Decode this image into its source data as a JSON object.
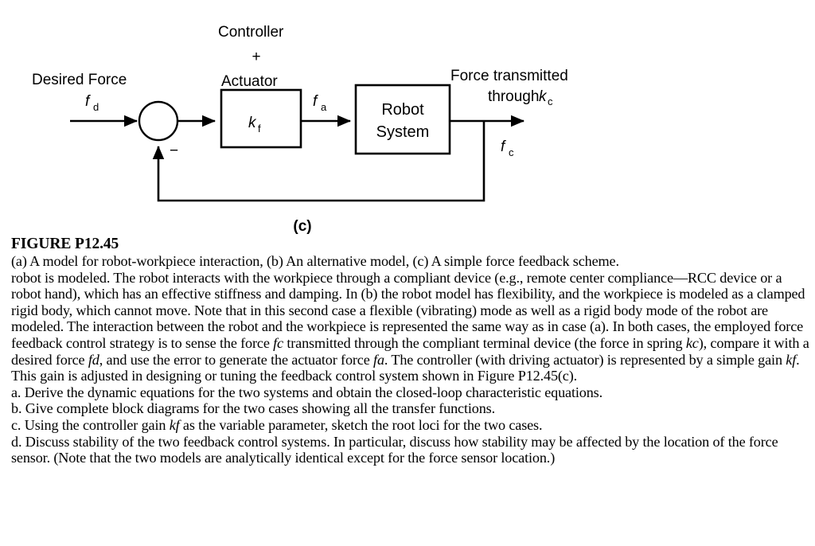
{
  "figure": {
    "panel_letter": "(c)",
    "labels": {
      "desired_force": "Desired Force",
      "controller": "Controller",
      "plus": "+",
      "actuator": "Actuator",
      "force_transmitted_line1": "Force transmitted",
      "force_transmitted_line2_prefix": "through ",
      "force_transmitted_line2_sym": "k",
      "force_transmitted_line2_sub": "c",
      "minus_sign": "−"
    },
    "signals": {
      "desired": {
        "sym": "f",
        "sub": "d"
      },
      "actuator": {
        "sym": "f",
        "sub": "a"
      },
      "contact": {
        "sym": "f",
        "sub": "c"
      }
    },
    "blocks": [
      {
        "name": "gain-block",
        "sym": "k",
        "sub": "f"
      },
      {
        "name": "plant-block",
        "line1": "Robot",
        "line2": "System"
      }
    ]
  },
  "caption": {
    "title": "FIGURE P12.45",
    "text": "(a) A model for robot-workpiece interaction, (b) An alternative model, (c) A simple force feedback scheme."
  },
  "body": {
    "paragraph_segments": [
      {
        "t": "robot is modeled. The robot interacts with the workpiece through a compliant device (e.g., remote center compliance—RCC device or a robot hand), which has an effective stiffness and damping. In (b) the robot model has flexibility, and the workpiece is modeled as a clamped rigid body, which cannot move. Note that in this second case a flexible (vibrating) mode as well as a rigid body mode of the robot are modeled. The interaction between the robot and the workpiece is represented the same way as in case (a). In both cases, the employed force feedback control strategy is to sense the force ",
        "i": false
      },
      {
        "t": "fc",
        "i": true
      },
      {
        "t": " transmitted through the compliant terminal device (the force in spring ",
        "i": false
      },
      {
        "t": "kc",
        "i": true
      },
      {
        "t": "), compare it with a desired force ",
        "i": false
      },
      {
        "t": "fd",
        "i": true
      },
      {
        "t": ", and use the error to generate the actuator force ",
        "i": false
      },
      {
        "t": "fa",
        "i": true
      },
      {
        "t": ". The controller (with driving actuator) is represented by a simple gain ",
        "i": false
      },
      {
        "t": "kf",
        "i": true
      },
      {
        "t": ". This gain is adjusted in designing or tuning the feedback control system shown in Figure P12.45(c).",
        "i": false
      }
    ],
    "items": [
      {
        "segments": [
          {
            "t": "a. Derive the dynamic equations for the two systems and obtain the closed-loop characteristic equations.",
            "i": false
          }
        ]
      },
      {
        "segments": [
          {
            "t": "b. Give complete block diagrams for the two cases showing all the transfer functions.",
            "i": false
          }
        ]
      },
      {
        "segments": [
          {
            "t": "c. Using the controller gain ",
            "i": false
          },
          {
            "t": "kf",
            "i": true
          },
          {
            "t": " as the variable parameter, sketch the root loci for the two cases.",
            "i": false
          }
        ]
      },
      {
        "segments": [
          {
            "t": "d. Discuss stability of the two feedback control systems. In particular, discuss how stability may be affected by the location of the force sensor. (Note that the two models are analytically identical except for the force sensor location.)",
            "i": false
          }
        ]
      }
    ]
  }
}
